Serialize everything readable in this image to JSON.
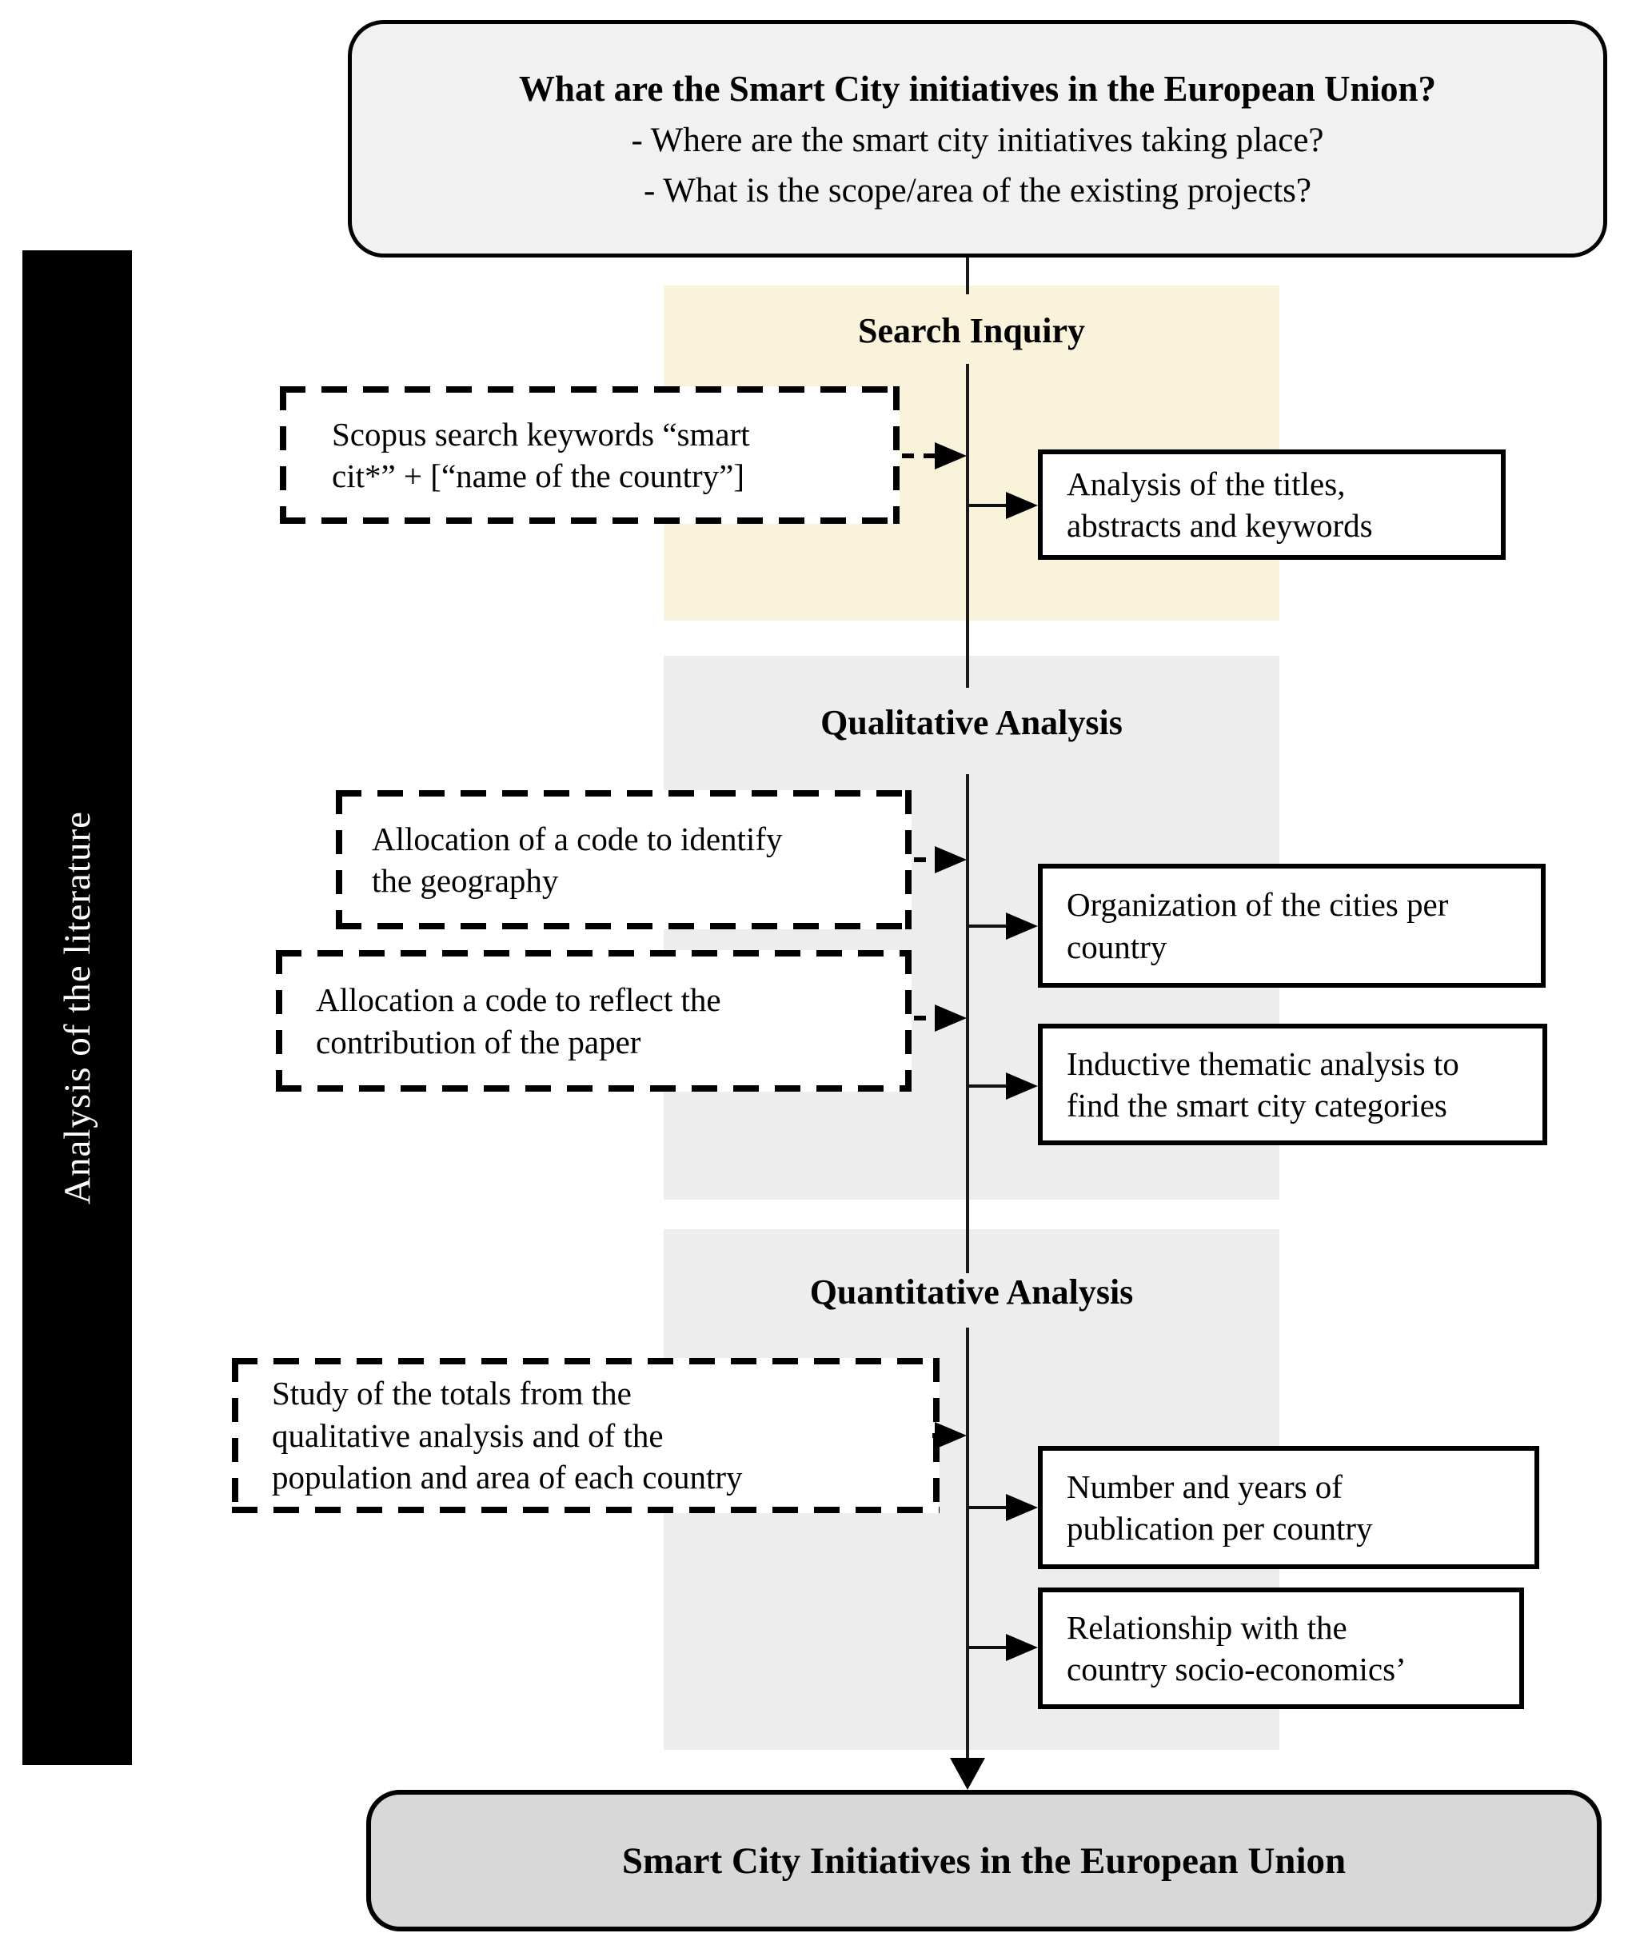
{
  "top_box": {
    "question": "What are the Smart City initiatives in the European Union?",
    "sub_questions": [
      "- Where are the smart city initiatives taking place?",
      "- What is the scope/area of the existing projects?"
    ]
  },
  "sidebar": {
    "label": "Analysis of the literature"
  },
  "sections": [
    {
      "id": "search-inquiry",
      "title": "Search Inquiry",
      "inputs": [
        {
          "text": "Scopus search keywords “smart\ncit*” + [“name of the country”]"
        }
      ],
      "outputs": [
        {
          "text": "Analysis of the titles,\nabstracts and keywords"
        }
      ]
    },
    {
      "id": "qualitative-analysis",
      "title": "Qualitative Analysis",
      "inputs": [
        {
          "text": "Allocation of a code to identify\nthe geography"
        },
        {
          "text": "Allocation a code to reflect the\ncontribution of the paper"
        }
      ],
      "outputs": [
        {
          "text": "Organization of the cities per\ncountry"
        },
        {
          "text": "Inductive thematic analysis to\nfind the smart city categories"
        }
      ]
    },
    {
      "id": "quantitative-analysis",
      "title": "Quantitative Analysis",
      "inputs": [
        {
          "text": "Study of the totals from the\nqualitative analysis and of the\npopulation and area of each country"
        }
      ],
      "outputs": [
        {
          "text": "Number and years of\npublication per country"
        },
        {
          "text": "Relationship with the\ncountry socio-economics’"
        }
      ]
    }
  ],
  "result_box": {
    "label": "Smart City Initiatives in the European Union"
  },
  "colors": {
    "search_band": "#faf3dc",
    "analysis_band": "#ededed",
    "top_box_fill": "#f1f1f1",
    "result_box_fill": "#d8d8d8",
    "sidebar_bg": "#000000",
    "line_color": "#1b1b1b"
  }
}
